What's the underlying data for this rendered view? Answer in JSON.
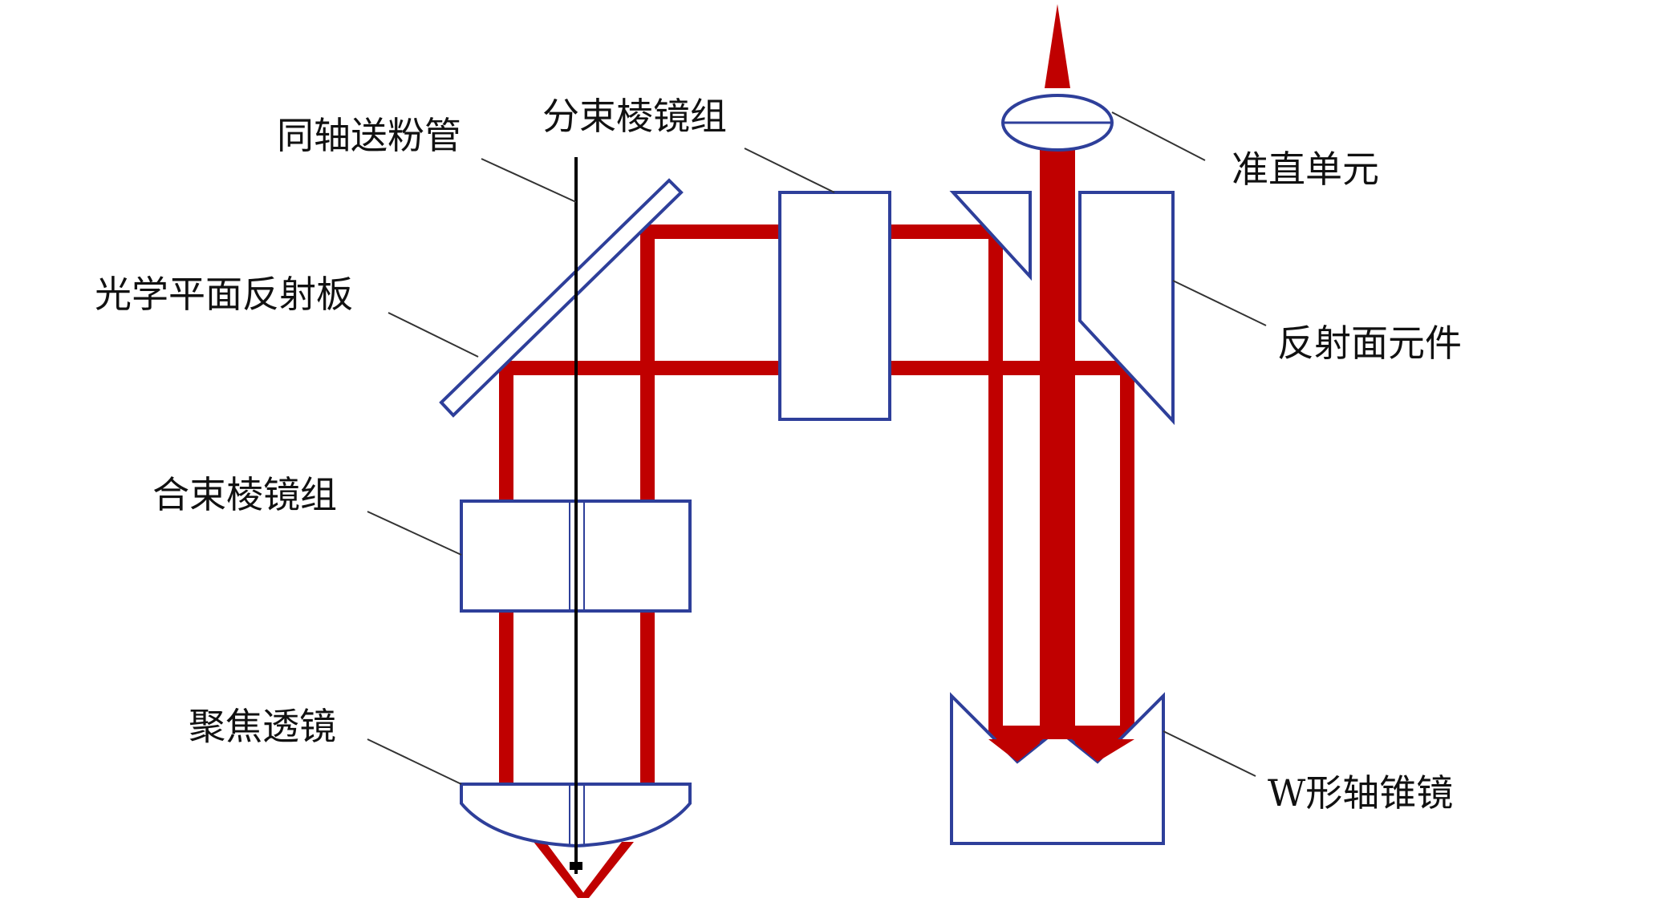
{
  "labels": {
    "coaxial_powder_tube": "同轴送粉管",
    "beam_split_prism": "分束棱镜组",
    "collimation_unit": "准直单元",
    "optical_flat_mirror": "光学平面反射板",
    "reflective_element": "反射面元件",
    "beam_combine_prism": "合束棱镜组",
    "focusing_lens": "聚焦透镜",
    "w_axicon": "W形轴锥镜"
  },
  "colors": {
    "laser_beam": "#c00000",
    "optical_part_outline": "#2e3f9a",
    "powder_tube": "#000000"
  }
}
